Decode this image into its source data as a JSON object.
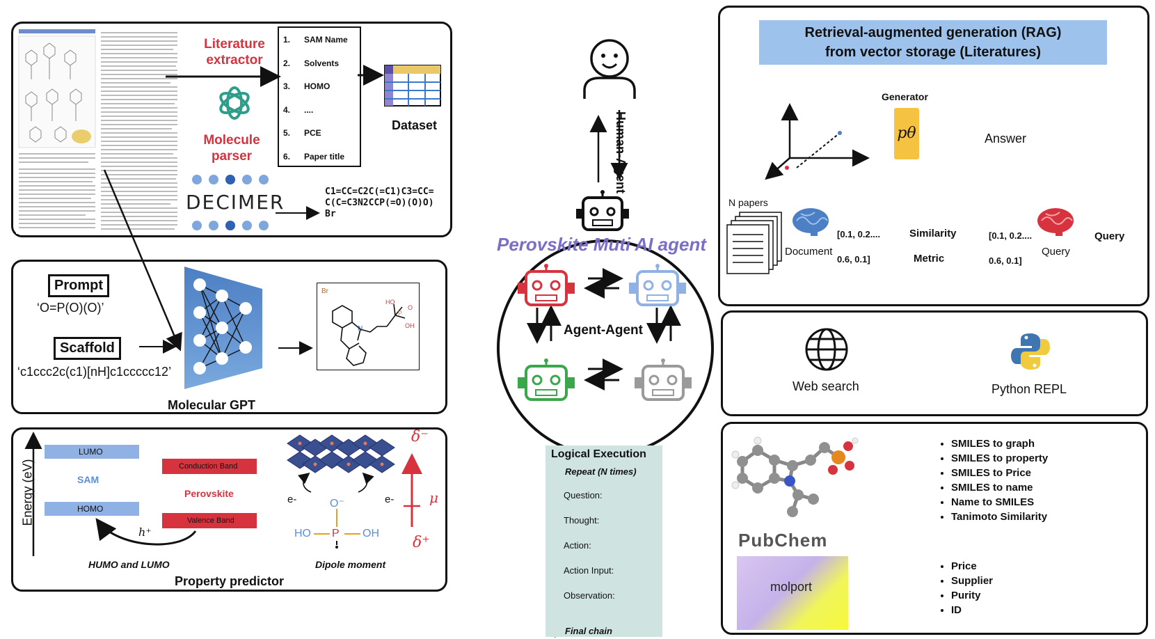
{
  "colors": {
    "red": "#d6333f",
    "blue": "#5b8fd6",
    "sam_blue": "#8fb1e4",
    "rag_blue": "#9dc3ec",
    "teal": "#cfe3e0",
    "green": "#3aa84a",
    "gray": "#9a9a9a",
    "purple": "#7a6fc8"
  },
  "literature": {
    "extractor_label": "Literature extractor",
    "parser_label": "Molecule parser",
    "decimer_label": "DECIMER",
    "table_items": [
      {
        "n": "1.",
        "t": "SAM Name"
      },
      {
        "n": "2.",
        "t": "Solvents"
      },
      {
        "n": "3.",
        "t": "HOMO"
      },
      {
        "n": "4.",
        "t": "...."
      },
      {
        "n": "5.",
        "t": "PCE"
      },
      {
        "n": "6.",
        "t": "Paper title"
      }
    ],
    "dataset_label": "Dataset",
    "smiles_out": "C1=CC=C2C(=C1)C3=CC=C(C=C3N2CCP(=O)(O)O)Br"
  },
  "gpt": {
    "prompt_label": "Prompt",
    "prompt_value": "‘O=P(O)(O)’",
    "scaffold_label": "Scaffold",
    "scaffold_value": "‘c1ccc2c(c1)[nH]c1ccccc12’",
    "title": "Molecular GPT",
    "mol_br": "Br",
    "mol_ho": "HO",
    "mol_p": "P",
    "mol_o": "O",
    "mol_oh": "OH",
    "mol_n": "N"
  },
  "property": {
    "energy_label": "Energy (eV)",
    "lumo": "LUMO",
    "sam": "SAM",
    "homo": "HOMO",
    "cb": "Conduction Band",
    "perovskite": "Perovskite",
    "vb": "Valence Band",
    "hplus": "h⁺",
    "caption_left": "HUMO and LUMO",
    "caption_right": "Dipole moment",
    "title": "Property predictor",
    "eminus_left": "e-",
    "eminus_right": "e-",
    "o_minus": "O⁻",
    "ho": "HO",
    "p": "P",
    "oh": "OH",
    "delta_minus": "δ⁻",
    "delta_plus": "δ⁺",
    "mu": "μ"
  },
  "center": {
    "human_agent": "Human-Agent",
    "title": "Perovskite Muti AI agent",
    "agent_agent": "Agent-Agent"
  },
  "logic": {
    "title": "Logical Execution",
    "repeat": "Repeat (N times)",
    "steps": [
      "Question:",
      "Thought:",
      "Action:",
      "Action Input:",
      "Observation:"
    ],
    "final": "Final chain"
  },
  "rag": {
    "title_line1": "Retrieval-augmented generation (RAG)",
    "title_line2": "from vector storage (Literatures)",
    "generator": "Generator",
    "p_theta": "pθ",
    "answer": "Answer",
    "n_papers": "N papers",
    "document": "Document",
    "vec1_a": "[0.1, 0.2....",
    "vec1_b": "0.6, 0.1]",
    "similarity": "Similarity",
    "metric": "Metric",
    "vec2_a": "[0.1, 0.2....",
    "vec2_b": "0.6, 0.1]",
    "query_bold": "Query",
    "query": "Query"
  },
  "tools": {
    "web": "Web search",
    "python": "Python REPL"
  },
  "pubchem": {
    "logo": "PubChem",
    "features": [
      "SMILES to graph",
      "SMILES to property",
      "SMILES to Price",
      "SMILES to name",
      "Name to SMILES",
      "Tanimoto Similarity"
    ],
    "molport_logo": "molport",
    "molport_features": [
      "Price",
      "Supplier",
      "Purity",
      "ID"
    ]
  }
}
